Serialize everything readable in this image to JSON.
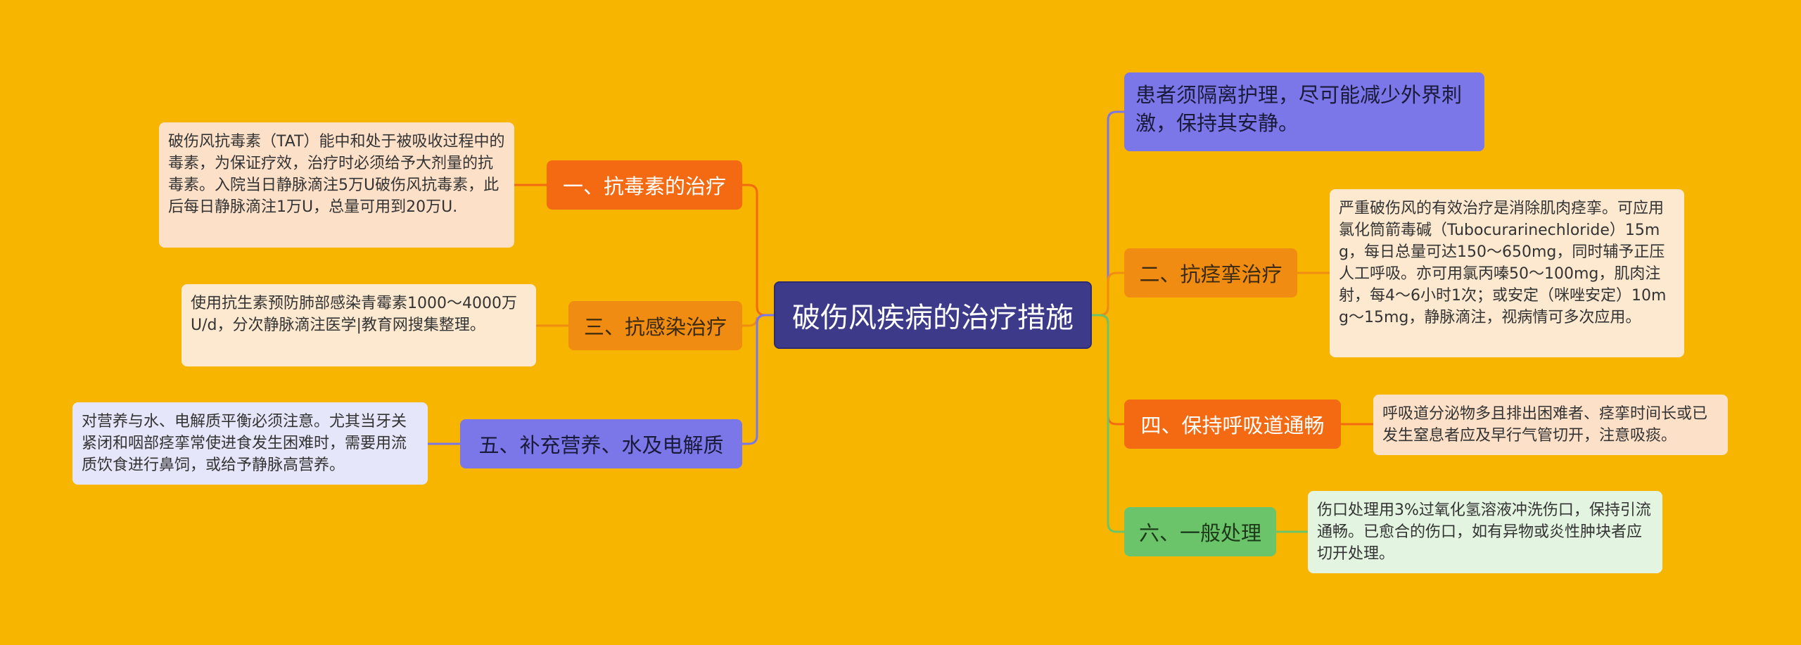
{
  "colors": {
    "background": "#F7B500",
    "root": "#3D3A8A",
    "orange_red": "#F36A12",
    "orange": "#F08C12",
    "purple": "#7B77E8",
    "green": "#6CC46A",
    "leaf_peach": "#FCE0C8",
    "leaf_cream": "#FCE9D0",
    "leaf_lavender": "#E6E6FA",
    "leaf_mint": "#E3F4E0"
  },
  "mindmap": {
    "root": "破伤风疾病的治疗措施",
    "left": [
      {
        "label": "一、抗毒素的治疗",
        "detail": "破伤风抗毒素（TAT）能中和处于被吸收过程中的毒素，为保证疗效，治疗时必须给予大剂量的抗毒素。入院当日静脉滴注5万U破伤风抗毒素，此后每日静脉滴注1万U，总量可用到20万U."
      },
      {
        "label": "三、抗感染治疗",
        "detail": "使用抗生素预防肺部感染青霉素1000～4000万U/d，分次静脉滴注医学|教育网搜集整理。"
      },
      {
        "label": "五、补充营养、水及电解质",
        "detail": "对营养与水、电解质平衡必须注意。尤其当牙关紧闭和咽部痉挛常使进食发生困难时，需要用流质饮食进行鼻饲，或给予静脉高营养。"
      }
    ],
    "right": [
      {
        "label": "患者须隔离护理，尽可能减少外界刺激，保持其安静。"
      },
      {
        "label": "二、抗痉挛治疗",
        "detail": "严重破伤风的有效治疗是消除肌肉痉挛。可应用氯化筒箭毒碱（Tubocurarinechloride）15mg，每日总量可达150～650mg，同时辅予正压人工呼吸。亦可用氯丙嗪50～100mg，肌肉注射，每4～6小时1次；或安定（咪唑安定）10mg～15mg，静脉滴注，视病情可多次应用。"
      },
      {
        "label": "四、保持呼吸道通畅",
        "detail": "呼吸道分泌物多且排出困难者、痉挛时间长或已发生窒息者应及早行气管切开，注意吸痰。"
      },
      {
        "label": "六、一般处理",
        "detail": "伤口处理用3%过氧化氢溶液冲洗伤口，保持引流通畅。已愈合的伤口，如有异物或炎性肿块者应切开处理。"
      }
    ]
  }
}
